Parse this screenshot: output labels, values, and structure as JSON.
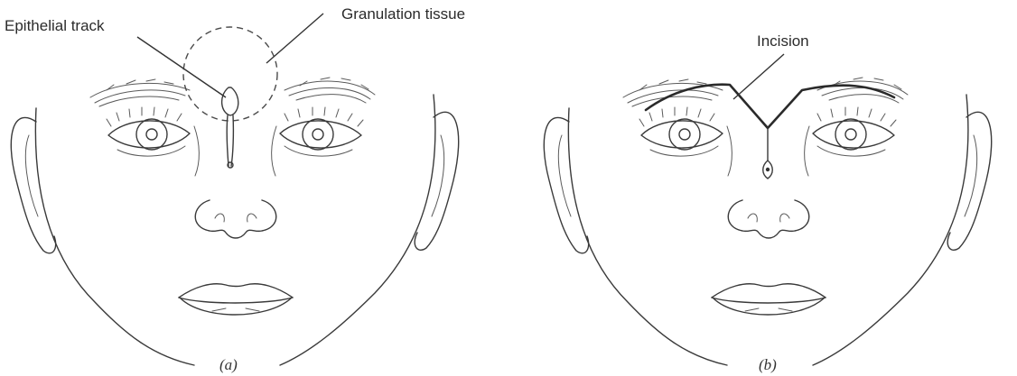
{
  "figure": {
    "panel_a": {
      "label_epithelial": "Epithelial track",
      "label_granulation": "Granulation tissue",
      "caption": "(a)"
    },
    "panel_b": {
      "label_incision": "Incision",
      "caption": "(b)"
    }
  }
}
